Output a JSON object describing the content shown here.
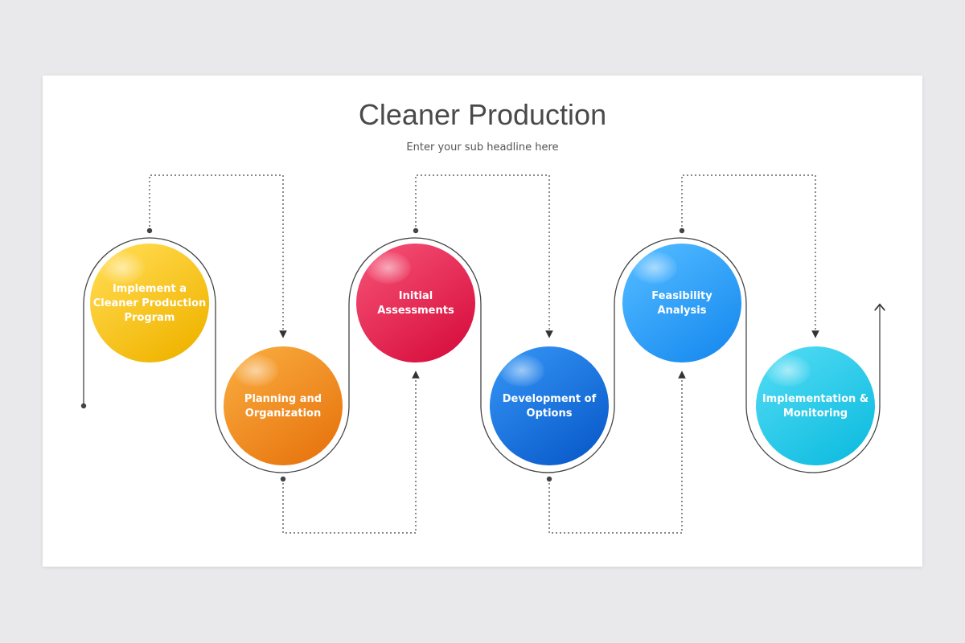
{
  "title": "Cleaner Production",
  "subtitle": "Enter your sub headline here",
  "steps": [
    {
      "label_lines": [
        "Implement a",
        "Cleaner Production",
        "Program"
      ],
      "color_light": "#ffd84a",
      "color_dark": "#f0b400"
    },
    {
      "label_lines": [
        "Planning and",
        "Organization"
      ],
      "color_light": "#f7a63a",
      "color_dark": "#e8760f"
    },
    {
      "label_lines": [
        "Initial",
        "Assessments"
      ],
      "color_light": "#f24a6e",
      "color_dark": "#d81040"
    },
    {
      "label_lines": [
        "Development of",
        "Options"
      ],
      "color_light": "#2f8ef0",
      "color_dark": "#0b5ccc"
    },
    {
      "label_lines": [
        "Feasibility",
        "Analysis"
      ],
      "color_light": "#4cb6ff",
      "color_dark": "#1a8cf0"
    },
    {
      "label_lines": [
        "Implementation &",
        "Monitoring"
      ],
      "color_light": "#4ad8f2",
      "color_dark": "#11bde0"
    }
  ]
}
